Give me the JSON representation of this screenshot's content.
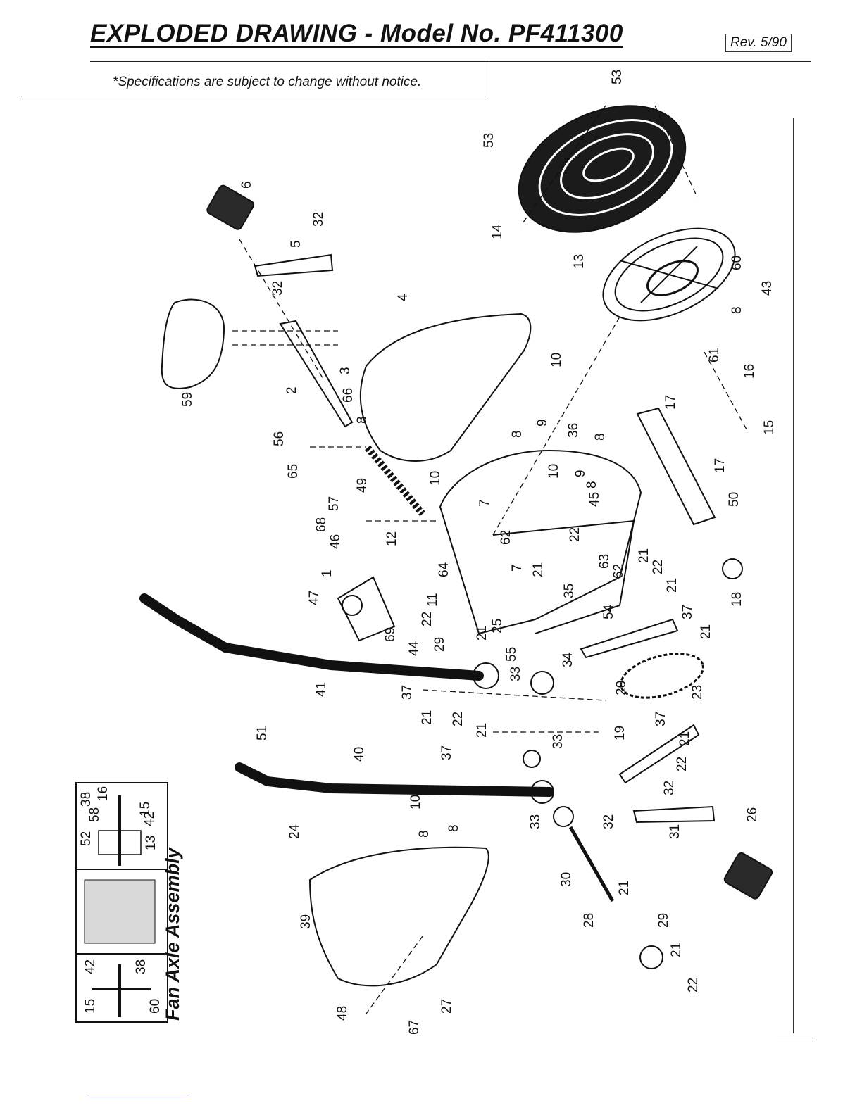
{
  "header": {
    "title": "EXPLODED DRAWING - Model No. PF411300",
    "revision": "Rev. 5/90",
    "notice": "*Specifications are subject to change without notice."
  },
  "inset": {
    "title": "Fan Axle Assembly",
    "labels": [
      "16",
      "38",
      "58",
      "15",
      "42",
      "52",
      "13",
      "42",
      "38",
      "15",
      "60"
    ]
  },
  "part_numbers": [
    "53",
    "53",
    "14",
    "6",
    "32",
    "5",
    "32",
    "4",
    "13",
    "60",
    "43",
    "8",
    "61",
    "16",
    "15",
    "3",
    "2",
    "59",
    "66",
    "8",
    "56",
    "65",
    "49",
    "10",
    "8",
    "9",
    "36",
    "8",
    "9",
    "8",
    "10",
    "45",
    "17",
    "17",
    "50",
    "18",
    "57",
    "10",
    "7",
    "46",
    "12",
    "68",
    "1",
    "47",
    "69",
    "44",
    "11",
    "64",
    "62",
    "7",
    "21",
    "22",
    "21",
    "63",
    "62",
    "22",
    "21",
    "25",
    "55",
    "35",
    "22",
    "21",
    "29",
    "33",
    "34",
    "54",
    "37",
    "21",
    "23",
    "20",
    "41",
    "37",
    "21",
    "22",
    "21",
    "37",
    "51",
    "40",
    "33",
    "19",
    "37",
    "21",
    "22",
    "32",
    "33",
    "32",
    "31",
    "26",
    "10",
    "8",
    "24",
    "30",
    "21",
    "39",
    "28",
    "29",
    "21",
    "22",
    "27",
    "48",
    "67",
    "8"
  ],
  "colors": {
    "ink": "#111111",
    "paper": "#ffffff"
  }
}
